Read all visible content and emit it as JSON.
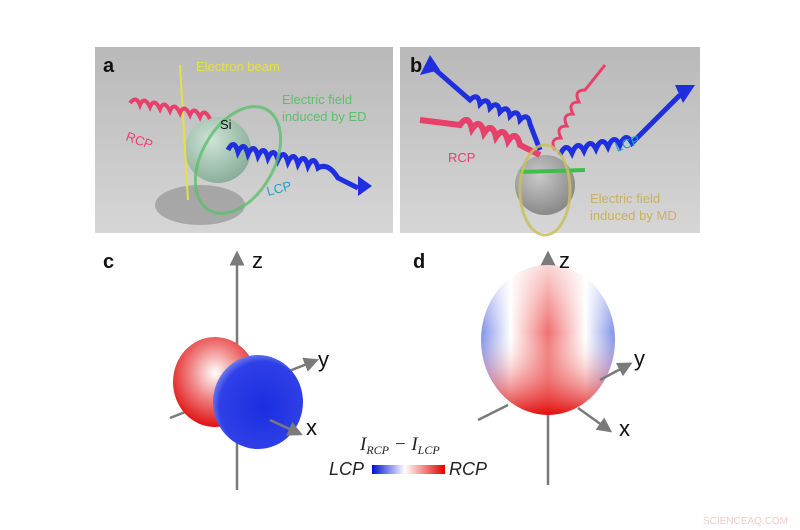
{
  "panels": {
    "a": {
      "letter": "a",
      "electron_beam": "Electron beam",
      "field_label_1": "Electric field",
      "field_label_2": "induced by ED",
      "material": "Si",
      "rcp": "RCP",
      "lcp": "LCP"
    },
    "b": {
      "letter": "b",
      "rcp": "RCP",
      "lcp": "LCP",
      "field_label_1": "Electric field",
      "field_label_2": "induced by MD"
    },
    "c": {
      "letter": "c",
      "x": "x",
      "y": "y",
      "z": "z"
    },
    "d": {
      "letter": "d",
      "x": "x",
      "y": "y",
      "z": "z"
    }
  },
  "legend": {
    "title_main_1": "I",
    "title_sub_1": "RCP",
    "title_minus": " − I",
    "title_sub_2": "LCP",
    "left": "LCP",
    "right": "RCP"
  },
  "colors": {
    "rcp": "#e8406a",
    "lcp": "#1f2fe0",
    "ed_field": "#5cbf6e",
    "md_field": "#c9c060",
    "beam": "#e8e040",
    "diff_pos": "#e00000",
    "diff_neg": "#0010d0"
  },
  "watermark": "SCIENCEAQ.COM"
}
